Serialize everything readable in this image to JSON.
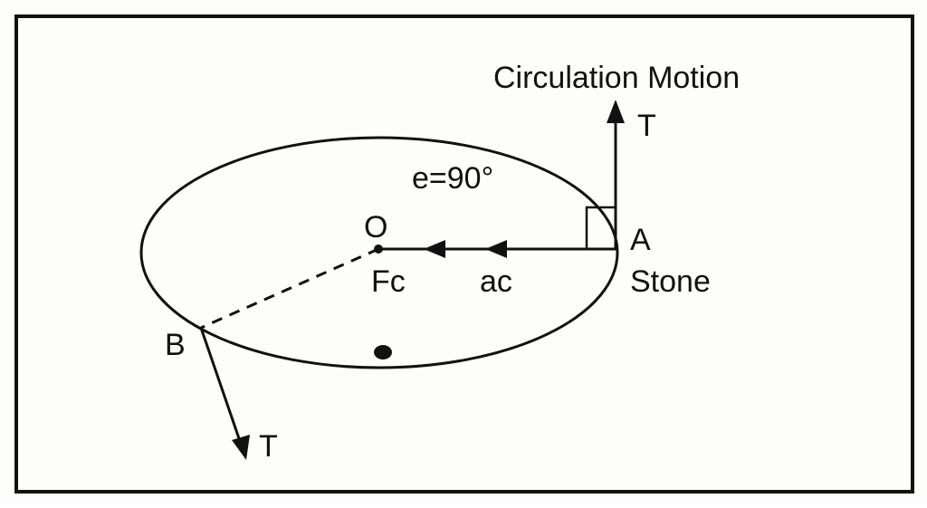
{
  "title": "Circulation Motion",
  "labels": {
    "tension_top": "T",
    "angle": "e=90°",
    "center": "O",
    "point_a": "A",
    "stone": "Stone",
    "centripetal_force": "Fc",
    "centripetal_acceleration": "ac",
    "point_b": "B",
    "tension_bottom": "T"
  },
  "colors": {
    "ink": "#111111",
    "paper": "#fdfdfb"
  }
}
